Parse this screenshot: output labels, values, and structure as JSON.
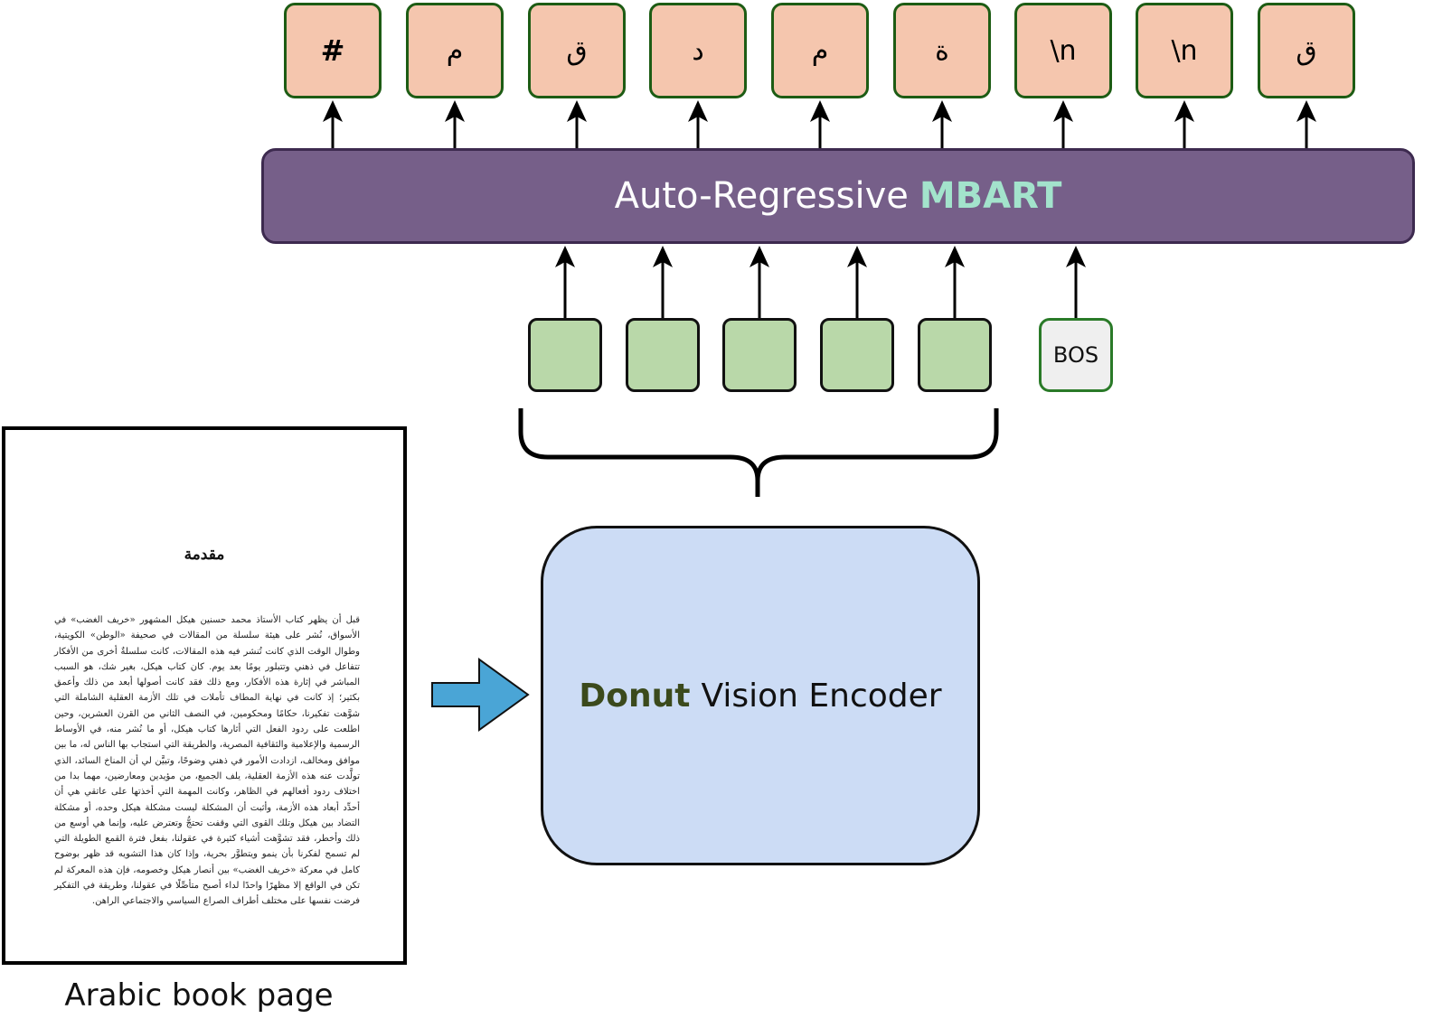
{
  "output_tokens": [
    "#",
    "م",
    "ق",
    "د",
    "م",
    "ة",
    "\\n",
    "\\n",
    "ق"
  ],
  "decoder": {
    "label_prefix": "Auto-Regressive",
    "label_highlight": "MBART"
  },
  "bos_token": "BOS",
  "encoder": {
    "label_highlight": "Donut",
    "label_suffix": "Vision Encoder"
  },
  "book_page": {
    "title": "مقدمة",
    "body": "قبل أن يظهر كتاب الأستاذ محمد حسنين هيكل المشهور «خريف الغضب» في الأسواق، نُشر على هيئة سلسلة من المقالات في صحيفة «الوطن» الكويتية، وطوال الوقت الذي كانت تُنشر فيه هذه المقالات، كانت سلسلةٌ أخرى من الأفكار تتفاعل في ذهني وتتبلور يومًا بعد يوم. كان كتاب هيكل، بغير شك، هو السبب المباشر في إثارة هذه الأفكار، ومع ذلك فقد كانت أصولها أبعد من ذلك وأعمق بكثير؛ إذ كانت في نهاية المطاف تأملات في تلك الأزمة العقلية الشاملة التي شوَّهت تفكيرنا، حكامًا ومحكومين، في النصف الثاني من القرن العشرين، وحين اطلعت على ردود الفعل التي أثارها كتاب هيكل، أو ما نُشر منه، في الأوساط الرسمية والإعلامية والثقافية المصرية، والطريقة التي استجاب بها الناس له، ما بين موافق ومخالف، ازدادت الأمور في ذهني وضوحًا، وتبيَّن لي أن المناخ السائد، الذي تولَّدت عنه هذه الأزمة العقلية، يلف الجميع، من مؤيدين ومعارضين، مهما بدا من اختلاف ردود أفعالهم في الظاهر، وكانت المهمة التي أخذتها على عاتقي هي أن أحدِّد أبعاد هذه الأزمة، وأثبت أن المشكلة ليست مشكلة هيكل وحده، أو مشكلة التضاد بين هيكل وتلك القوى التي وقفت تحتجُّ وتعترض عليه، وإنما هي أوسع من ذلك وأخطر، فقد تشوَّهت أشياء كثيرة في عقولنا، بفعل فترة القمع الطويلة التي لم تسمح لفكرنا بأن ينمو ويتطوَّر بحرية، وإذا كان هذا التشويه قد ظهر بوضوح كامل في معركة «خريف الغضب» بين أنصار هيكل وخصومه، فإن هذه المعركة لم تكن في الواقع إلا مظهرًا واحدًا لداء أصبح متأصِّلًا في عقولنا، وطريقة في التفكير فرضت نفسها على مختلف أطراف الصراع السياسي والاجتماعي الراهن."
  },
  "caption": "Arabic book page",
  "colors": {
    "output_fill": "#f5c6ae",
    "output_border": "#1d5c14",
    "decoder_fill": "#765f89",
    "decoder_text": "#ffffff",
    "decoder_highlight": "#a3e3cc",
    "embedding_fill": "#b9d8a9",
    "bos_fill": "#efefef",
    "encoder_fill": "#ccdcf5",
    "encoder_highlight": "#3b4a1c",
    "arrow_fill": "#4aa5d6"
  }
}
